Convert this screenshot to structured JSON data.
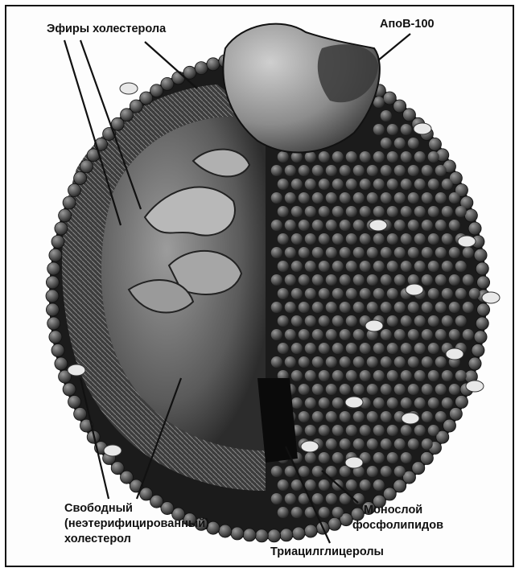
{
  "labels": {
    "cholesterol_esters": "Эфиры холестерола",
    "apob100": "АпоВ-100",
    "free_cholesterol_line1": "Свободный",
    "free_cholesterol_line2": "(неэтерифицированный)",
    "free_cholesterol_line3": "холестерол",
    "monolayer_line1": "Монослой",
    "monolayer_line2": "фосфолипидов",
    "triacylglycerols": "Триацилглицеролы"
  },
  "colors": {
    "background": "#fdfdfd",
    "particle_dark": "#1b1b1b",
    "phospholipid_head": "#5a5a5a",
    "core_mid": "#7a7a7a",
    "apob_protein": "#9a9a9a"
  }
}
